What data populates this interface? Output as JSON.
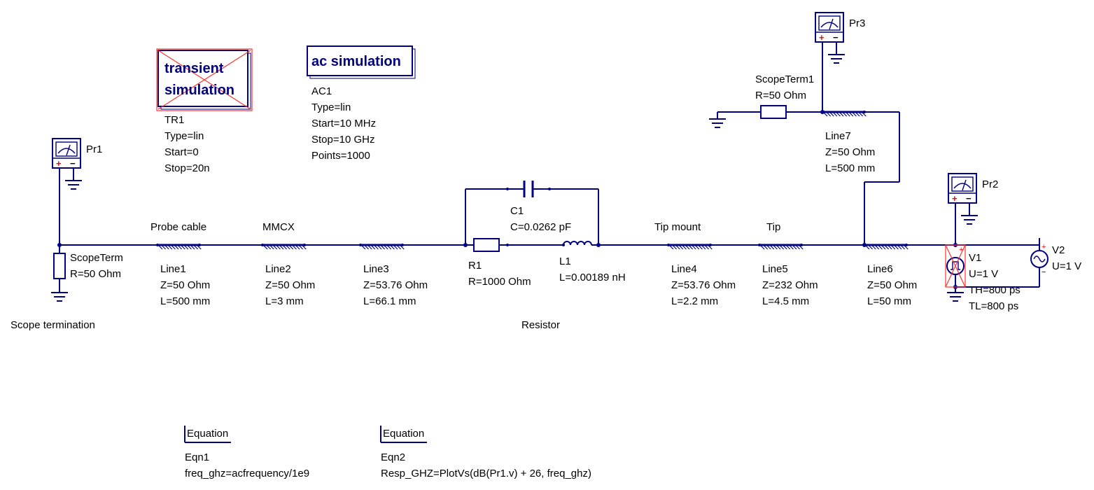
{
  "simulations": {
    "transient": {
      "title_line1": "transient",
      "title_line2": "simulation",
      "name": "TR1",
      "params": [
        "Type=lin",
        "Start=0",
        "Stop=20n"
      ]
    },
    "ac": {
      "title": "ac simulation",
      "name": "AC1",
      "params": [
        "Type=lin",
        "Start=10 MHz",
        "Stop=10 GHz",
        "Points=1000"
      ]
    }
  },
  "probes": {
    "pr1": {
      "name": "Pr1",
      "plus": "+",
      "minus": "−"
    },
    "pr2": {
      "name": "Pr2",
      "plus": "+",
      "minus": "−"
    },
    "pr3": {
      "name": "Pr3",
      "plus": "+",
      "minus": "−"
    }
  },
  "terminations": {
    "scope": {
      "name": "ScopeTerm",
      "value": "R=50 Ohm",
      "caption": "Scope termination"
    },
    "scope1": {
      "name": "ScopeTerm1",
      "value": "R=50 Ohm"
    }
  },
  "lines": {
    "line1": {
      "label": "Probe cable",
      "name": "Line1",
      "z": "Z=50 Ohm",
      "l": "L=500 mm"
    },
    "line2": {
      "label": "MMCX",
      "name": "Line2",
      "z": "Z=50 Ohm",
      "l": "L=3 mm"
    },
    "line3": {
      "name": "Line3",
      "z": "Z=53.76 Ohm",
      "l": "L=66.1 mm"
    },
    "line4": {
      "label": "Tip mount",
      "name": "Line4",
      "z": "Z=53.76 Ohm",
      "l": "L=2.2 mm"
    },
    "line5": {
      "label": "Tip",
      "name": "Line5",
      "z": "Z=232 Ohm",
      "l": "L=4.5 mm"
    },
    "line6": {
      "name": "Line6",
      "z": "Z=50 Ohm",
      "l": "L=50 mm"
    },
    "line7": {
      "name": "Line7",
      "z": "Z=50 Ohm",
      "l": "L=500 mm"
    }
  },
  "components": {
    "c1": {
      "name": "C1",
      "value": "C=0.0262 pF"
    },
    "r1": {
      "name": "R1",
      "value": "R=1000 Ohm"
    },
    "l1": {
      "name": "L1",
      "value": "L=0.00189 nH"
    },
    "resistor_caption": "Resistor"
  },
  "sources": {
    "v1": {
      "name": "V1",
      "u": "U=1 V",
      "th": "TH=800 ps",
      "tl": "TL=800 ps",
      "plus": "+"
    },
    "v2": {
      "name": "V2",
      "u": "U=1 V",
      "plus": "+",
      "minus": "−"
    }
  },
  "equations": {
    "eqn1": {
      "title": "Equation",
      "name": "Eqn1",
      "expr": "freq_ghz=acfrequency/1e9"
    },
    "eqn2": {
      "title": "Equation",
      "name": "Eqn2",
      "expr": "Resp_GHZ=PlotVs(dB(Pr1.v) + 26, freq_ghz)"
    }
  },
  "colors": {
    "wire": "#000080",
    "disabled": "#ff3333",
    "probe_plus": "#ff0000"
  }
}
